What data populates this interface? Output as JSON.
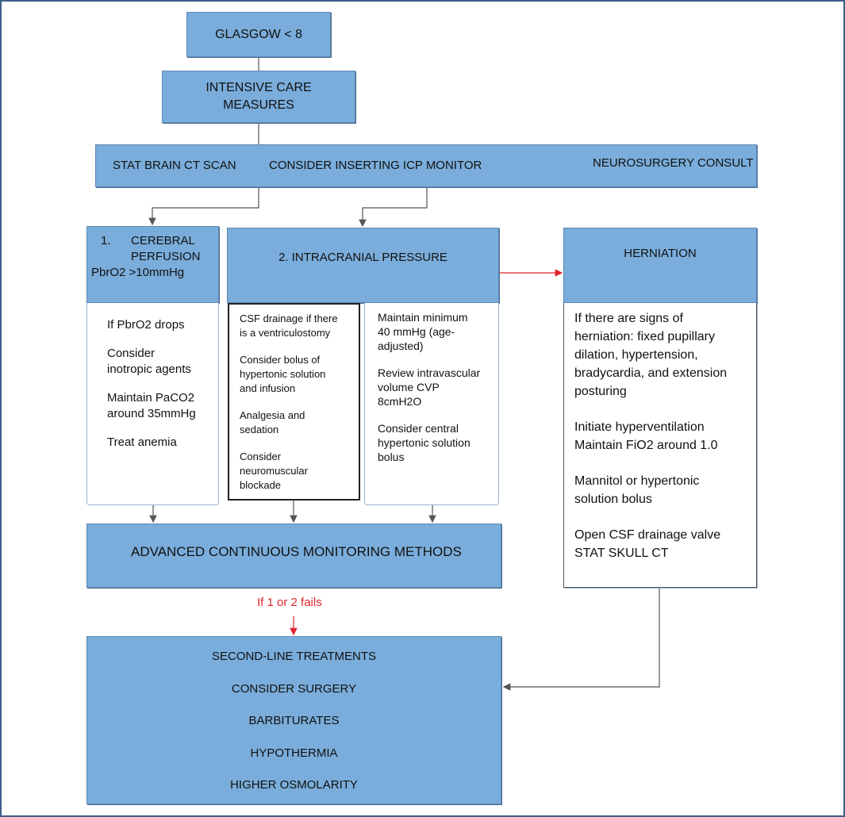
{
  "boxes": {
    "glasgow": "GLASGOW < 8",
    "icu": [
      "INTENSIVE CARE",
      "MEASURES"
    ],
    "ct_scan": "STAT BRAIN CT SCAN",
    "icp_monitor": "CONSIDER INSERTING ICP MONITOR",
    "neurosurgery": "NEUROSURGERY CONSULT",
    "cerebral": {
      "number": "1.",
      "lines": [
        "CEREBRAL",
        "PERFUSION",
        "PbrO2 >10mmHg"
      ]
    },
    "intracranial": "2. INTRACRANIAL PRESSURE",
    "herniation": "HERNIATION",
    "advanced": "ADVANCED CONTINUOUS MONITORING METHODS",
    "second_line": [
      "SECOND-LINE TREATMENTS",
      "CONSIDER SURGERY",
      "BARBITURATES",
      "HYPOTHERMIA",
      "HIGHER OSMOLARITY"
    ]
  },
  "lists": {
    "cerebral": [
      [
        "If PbrO2 drops"
      ],
      [
        "Consider",
        "inotropic agents"
      ],
      [
        "Maintain PaCO2",
        "around 35mmHg"
      ],
      [
        "Treat anemia"
      ]
    ],
    "icp_left": [
      [
        "CSF drainage if there",
        "is a ventriculostomy"
      ],
      [
        "Consider bolus of",
        "hypertonic solution",
        "and infusion"
      ],
      [
        "Analgesia and",
        "sedation"
      ],
      [
        "Consider",
        "neuromuscular",
        "blockade"
      ]
    ],
    "icp_right": [
      [
        "Maintain minimum",
        "40 mmHg (age-",
        "adjusted)"
      ],
      [
        "Review intravascular",
        "volume CVP",
        "8cmH2O"
      ],
      [
        "Consider central",
        "hypertonic solution",
        "bolus"
      ]
    ],
    "herniation": [
      [
        "If there are signs of",
        "herniation: fixed pupillary",
        "dilation, hypertension,",
        "bradycardia, and extension",
        "posturing"
      ],
      [
        "Initiate hyperventilation",
        "Maintain FiO2 around 1.0"
      ],
      [
        "Mannitol or hypertonic",
        "solution bolus"
      ],
      [
        "Open CSF drainage valve",
        "STAT SKULL CT"
      ]
    ]
  },
  "fail_label": "If 1 or 2 fails",
  "colors": {
    "box_fill": "#7aaddb",
    "box_border": "#5d87b5",
    "arrow": "#555555",
    "alert": "#e0242b"
  }
}
